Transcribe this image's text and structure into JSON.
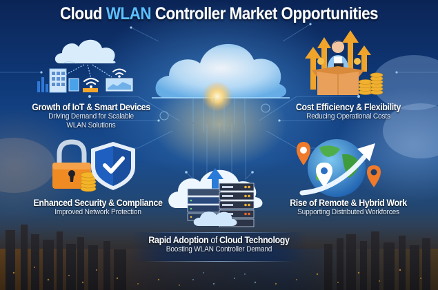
{
  "title": {
    "prefix": "Cloud ",
    "accent": "WLAN",
    "suffix": " Controller Market Opportunities",
    "accent_color": "#5cc0ff"
  },
  "sections": [
    {
      "id": "iot",
      "heading": "Growth of IoT & Smart Devices",
      "subtext_line1": "Driving Demand for Scalable",
      "subtext_line2": "WLAN Solutions",
      "icon": "cloud-iot-devices-icon"
    },
    {
      "id": "cost",
      "heading": "Cost Efficiency & Flexibility",
      "subtext_line1": "Reducing Operational Costs",
      "icon": "person-box-coins-arrows-icon"
    },
    {
      "id": "security",
      "heading": "Enhanced Security & Compliance",
      "subtext_line1": "Improved Network Protection",
      "icon": "padlock-shield-check-icon"
    },
    {
      "id": "remote",
      "heading": "Rise of Remote & Hybrid Work",
      "subtext_line1": "Supporting Distributed Workforces",
      "icon": "globe-location-pins-arrow-icon"
    },
    {
      "id": "cloud",
      "heading_bold1": "Rapid Adoption ",
      "heading_light": "of",
      "heading_bold2": " Cloud Technology",
      "subtext_line1": "Boosting WLAN Controller Demand",
      "icon": "cloud-servers-upload-icon"
    }
  ],
  "center": {
    "icon": "glowing-cloud-network-icon"
  },
  "background": {
    "scene": "night-city-skyline"
  }
}
